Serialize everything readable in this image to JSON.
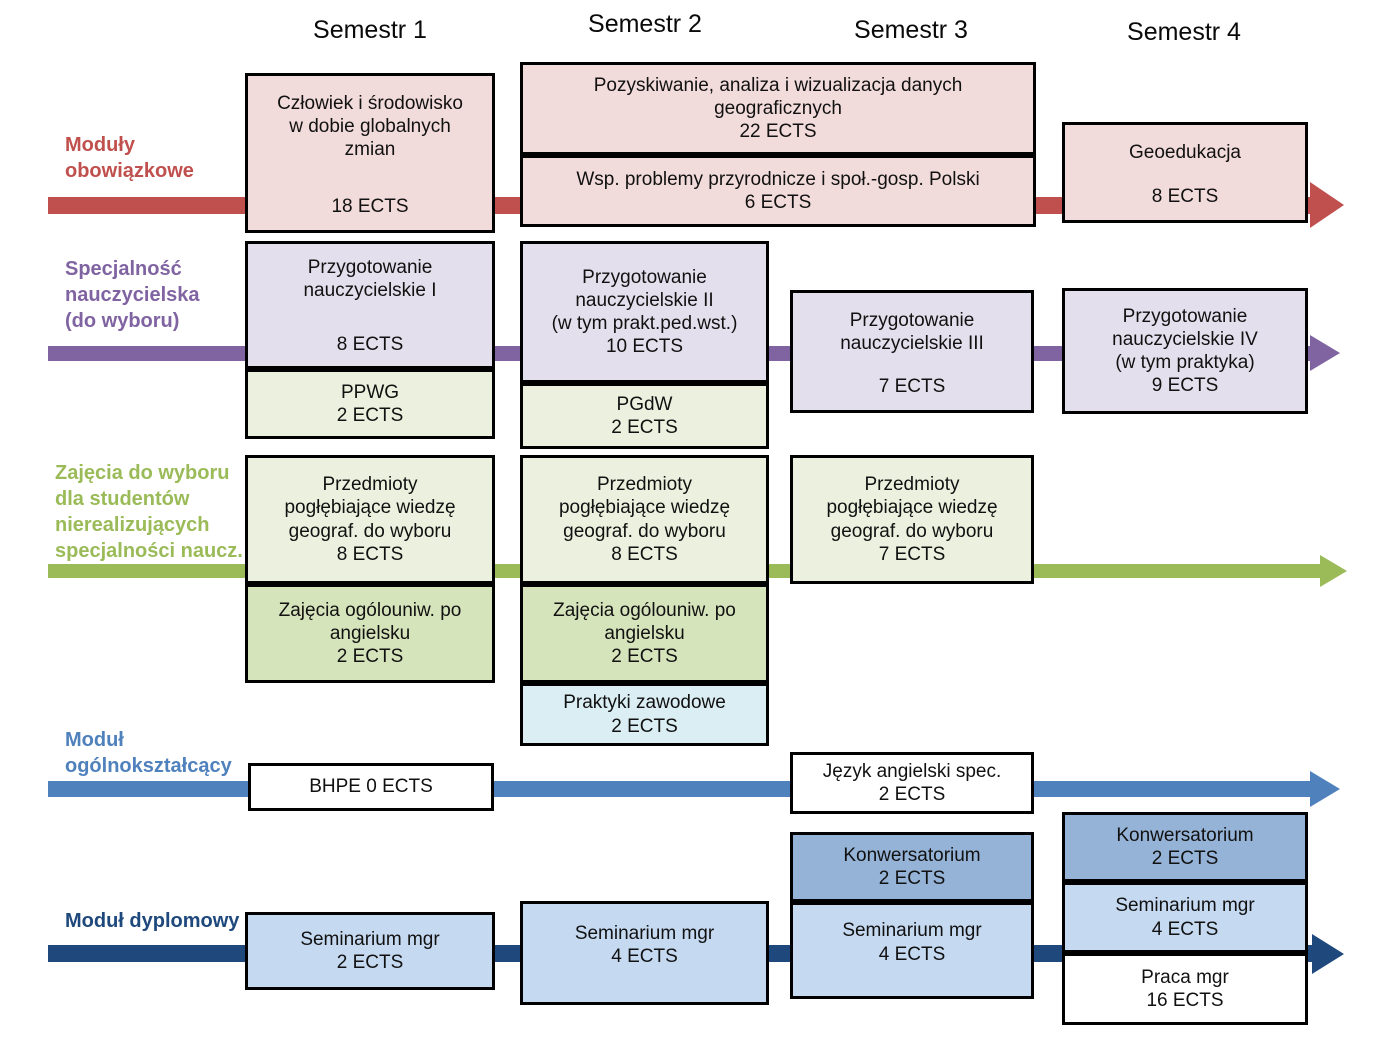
{
  "headers": {
    "sem1": "Semestr 1",
    "sem2": "Semestr 2",
    "sem3": "Semestr 3",
    "sem4": "Semestr 4"
  },
  "colors": {
    "mandatory_accent": "#C0504D",
    "mandatory_fill": "#F2DCDB",
    "teacher_accent": "#8064A2",
    "teacher_fill": "#E4DFEC",
    "electives_accent": "#9BBB59",
    "electives_fill_pale": "#EBF1DE",
    "electives_fill_mid": "#D6E4BC",
    "internship_fill": "#DAEEF3",
    "general_accent": "#4F81BD",
    "diploma_accent": "#1F497D",
    "seminar_fill": "#C5D9F1",
    "konwersatorium_fill": "#95B3D7",
    "plain_fill": "#FFFFFF",
    "box_border": "#000000"
  },
  "rows": {
    "mandatory": {
      "label": "Moduły\nobowiązkowe",
      "boxes": {
        "czlowiek": {
          "title": "Człowiek i środowisko\nw dobie globalnych\nzmian",
          "ects": "18 ECTS"
        },
        "pozyskiwanie": {
          "title": "Pozyskiwanie, analiza i wizualizacja danych\ngeograficznych",
          "ects": "22 ECTS"
        },
        "wsp_problemy": {
          "title": "Wsp. problemy przyrodnicze i społ.-gosp. Polski",
          "ects": "6 ECTS"
        },
        "geoedukacja": {
          "title": "Geoedukacja",
          "ects": "8 ECTS"
        }
      }
    },
    "teacher_spec": {
      "label": "Specjalność\nnauczycielska\n(do wyboru)",
      "boxes": {
        "prep1": {
          "title": "Przygotowanie\nnauczycielskie I",
          "ects": "8 ECTS"
        },
        "ppwg": {
          "title": "PPWG",
          "ects": "2 ECTS"
        },
        "prep2": {
          "title": "Przygotowanie\nnauczycielskie II\n(w tym prakt.ped.wst.)",
          "ects": "10 ECTS"
        },
        "pgdw": {
          "title": "PGdW",
          "ects": "2 ECTS"
        },
        "prep3": {
          "title": "Przygotowanie\nnauczycielskie III",
          "ects": "7 ECTS"
        },
        "prep4": {
          "title": "Przygotowanie\nnauczycielskie IV\n(w tym praktyka)",
          "ects": "9 ECTS"
        }
      }
    },
    "electives": {
      "label": "Zajęcia do wyboru\ndla studentów\nnierealizujących\nspecjalności naucz.",
      "boxes": {
        "deepening1": {
          "title": "Przedmioty\npogłębiające wiedzę\ngeograf. do wyboru",
          "ects": "8 ECTS"
        },
        "general_eng1": {
          "title": "Zajęcia ogólouniw. po\nangielsku",
          "ects": "2 ECTS"
        },
        "deepening2": {
          "title": "Przedmioty\npogłębiające wiedzę\ngeograf. do wyboru",
          "ects": "8 ECTS"
        },
        "general_eng2": {
          "title": "Zajęcia ogólouniw. po\nangielsku",
          "ects": "2 ECTS"
        },
        "internship": {
          "title": "Praktyki zawodowe",
          "ects": "2 ECTS"
        },
        "deepening3": {
          "title": "Przedmioty\npogłębiające wiedzę\ngeograf. do wyboru",
          "ects": "7 ECTS"
        }
      }
    },
    "general": {
      "label": "Moduł\nogólnokształcący",
      "boxes": {
        "bhpe": {
          "title": "BHPE 0 ECTS"
        },
        "english": {
          "title": "Język angielski spec.",
          "ects": "2 ECTS"
        }
      }
    },
    "diploma": {
      "label": "Moduł dyplomowy",
      "boxes": {
        "seminar1": {
          "title": "Seminarium mgr",
          "ects": "2 ECTS"
        },
        "seminar2": {
          "title": "Seminarium mgr",
          "ects": "4 ECTS"
        },
        "konwersatorium3": {
          "title": "Konwersatorium",
          "ects": "2 ECTS"
        },
        "seminar3": {
          "title": "Seminarium mgr",
          "ects": "4 ECTS"
        },
        "konwersatorium4": {
          "title": "Konwersatorium",
          "ects": "2 ECTS"
        },
        "seminar4": {
          "title": "Seminarium mgr",
          "ects": "4 ECTS"
        },
        "praca_mgr": {
          "title": "Praca mgr",
          "ects": "16 ECTS"
        }
      }
    }
  }
}
